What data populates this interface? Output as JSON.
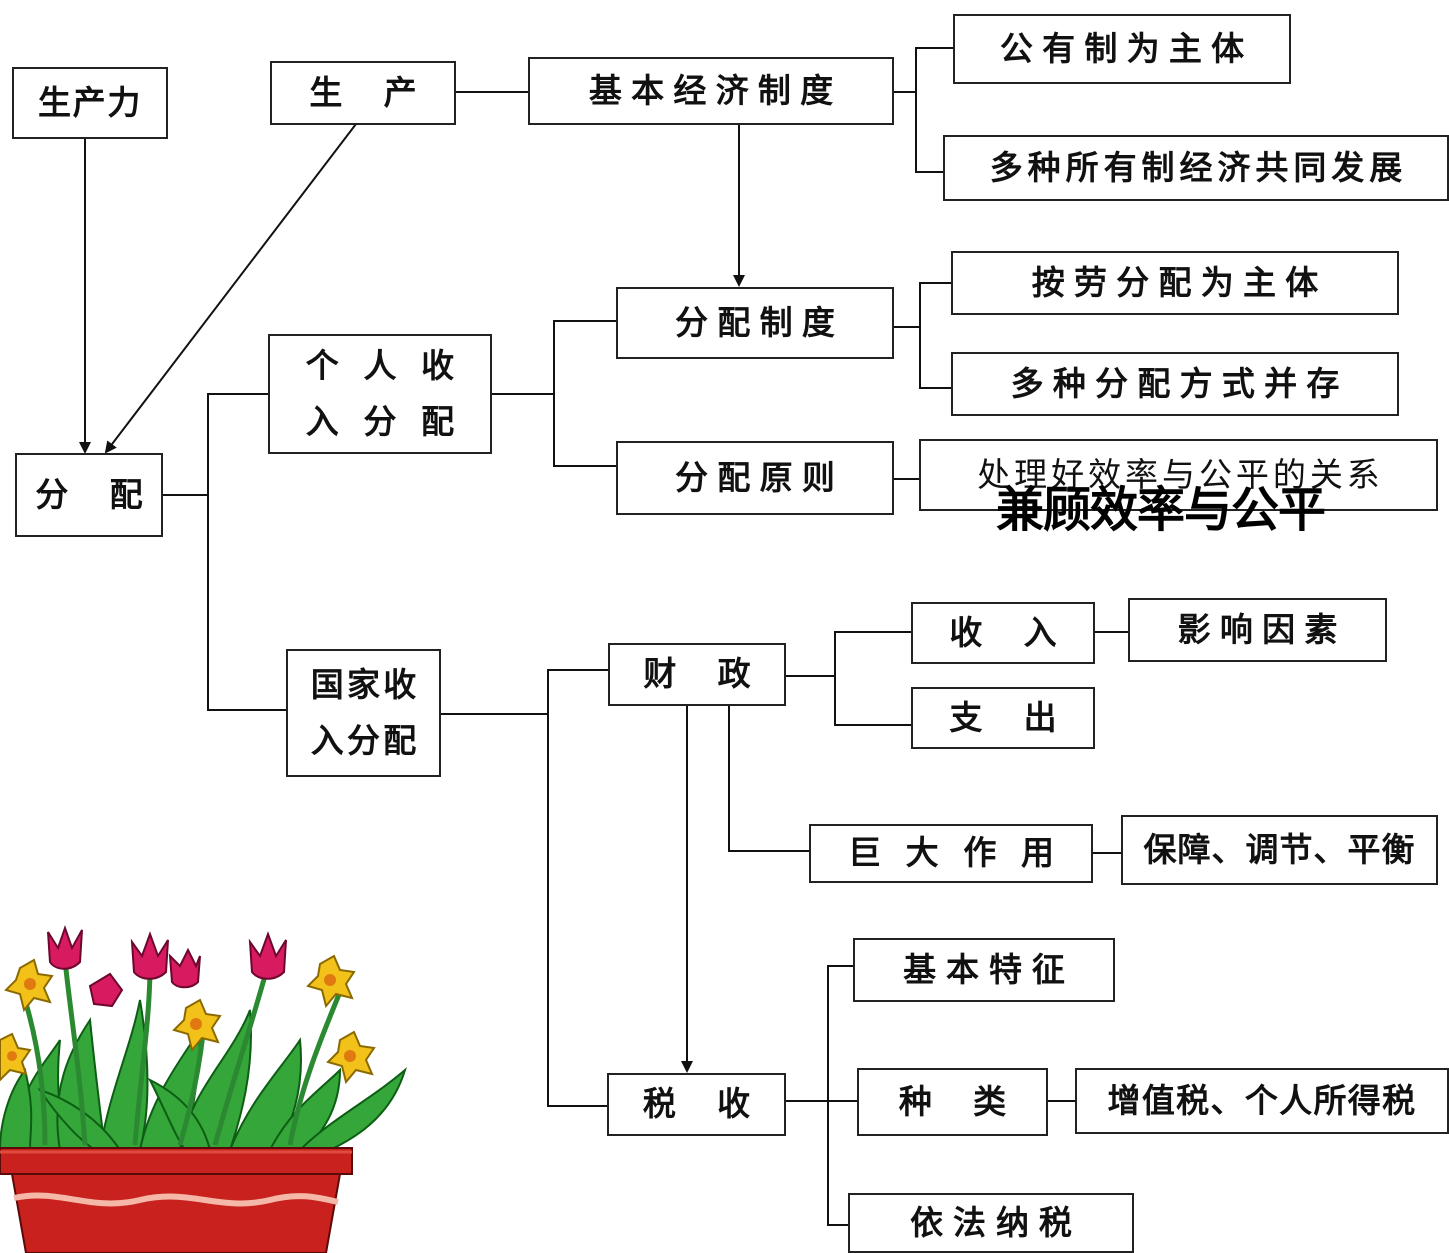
{
  "nodes": {
    "productive_forces": "生产力",
    "production": "生 产",
    "basic_economic_system": "基本经济制度",
    "public_ownership_main": "公有制为主体",
    "multi_ownership": "多种所有制经济共同发展",
    "distribution": "分 配",
    "personal_income": "个 人 收\n入 分 配",
    "distribution_system": "分配制度",
    "labor_distribution_main": "按劳分配为主体",
    "multi_distribution_modes": "多种分配方式并存",
    "distribution_principle": "分配原则",
    "efficiency_fairness_relation": "处理好效率与公平的关系",
    "efficiency_fairness_overlay": "兼顾效率与公平",
    "national_income": "国家收\n入分配",
    "finance": "财 政",
    "revenue": "收 入",
    "influencing_factors": "影响因素",
    "expenditure": "支 出",
    "great_role": "巨 大 作 用",
    "roles": "保障、调节、平衡",
    "taxation": "税 收",
    "basic_features": "基本特征",
    "tax_types": "种 类",
    "tax_examples": "增值税、个人所得税",
    "lawful_tax": "依法纳税"
  },
  "colors": {
    "line": "#111111",
    "tulip": "#d81b60",
    "daffodil": "#f2c21a",
    "leaf": "#35a63a",
    "pot": "#c8211e"
  },
  "clipart": "flower-pot-illustration"
}
